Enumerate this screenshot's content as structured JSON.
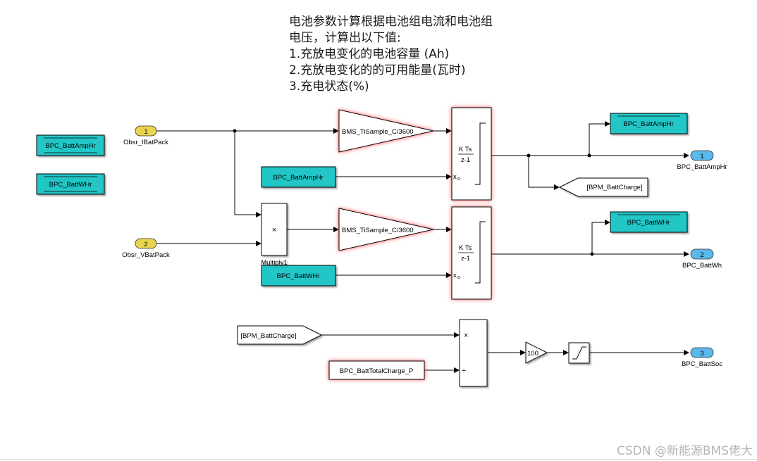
{
  "annotation": {
    "lines": [
      "电池参数计算根据电池组电流和电池组",
      "电压，计算出以下值:",
      "1.充放电变化的电池容量 (Ah)",
      "2.充放电变化的的可用能量(瓦时)",
      "3.充电状态(%)"
    ]
  },
  "colors": {
    "port_in": "#e8d44d",
    "port_out": "#5bb8ea",
    "datastore": "#20c6c6",
    "highlight": "#ff4d4d"
  },
  "blocks": {
    "store_amphr_left": "BPC_BattAmpHr",
    "store_whr_left": "BPC_BattWHr",
    "inport1_num": "1",
    "inport1_name": "Obsr_IBatPack",
    "inport2_num": "2",
    "inport2_name": "Obsr_VBatPack",
    "gain1": "BMS_TiSample_C/3600",
    "gain2": "BMS_TiSample_C/3600",
    "integrator1_top": "K Ts",
    "integrator1_bottom": "z-1",
    "integrator1_init": "x",
    "integrator1_init_sub": "o",
    "integrator2_top": "K Ts",
    "integrator2_bottom": "z-1",
    "integrator2_init": "x",
    "integrator2_init_sub": "o",
    "read_amphr": "BPC_BattAmpHr",
    "read_whr": "BPC_BattWHr",
    "multiply_symbol": "×",
    "multiply_name": "Multiply1",
    "write_amphr": "BPC_BattAmpHr",
    "write_whr": "BPC_BattWHr",
    "goto_tag": "[BPM_BattCharge]",
    "from_tag": "[BPM_BattCharge]",
    "const_total": "BPC_BattTotalCharge_P",
    "divide_mul": "×",
    "divide_div": "÷",
    "gain_100": "100",
    "outport1_num": "1",
    "outport1_name": "BPC_BattAmpHr",
    "outport2_num": "2",
    "outport2_name": "BPC_BattWh",
    "outport3_num": "3",
    "outport3_name": "BPC_BattSoc"
  },
  "watermark": "CSDN @新能源BMS佬大"
}
